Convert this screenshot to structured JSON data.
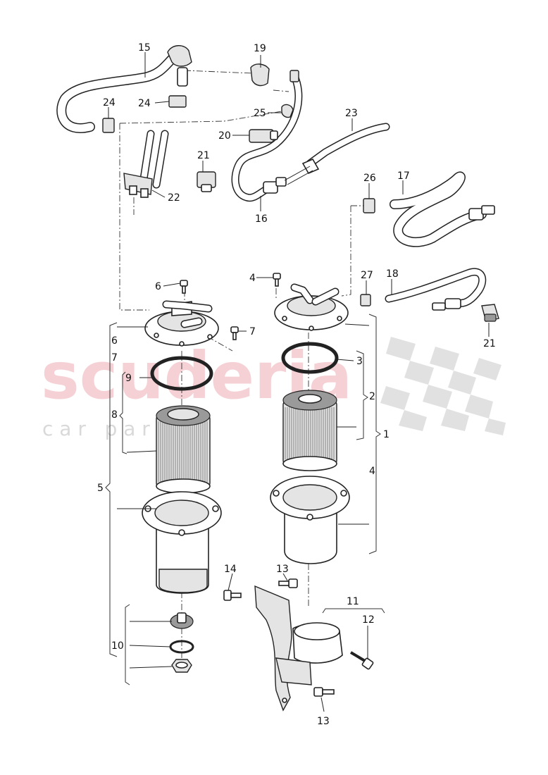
{
  "watermark": {
    "brand": "scuderia",
    "tagline": "c a r   p a r t s"
  },
  "callouts": [
    "1",
    "2",
    "3",
    "4",
    "5",
    "6",
    "7",
    "8",
    "9",
    "10",
    "11",
    "12",
    "13",
    "14",
    "15",
    "16",
    "17",
    "18",
    "19",
    "20",
    "21",
    "22",
    "23",
    "24",
    "25",
    "26",
    "27"
  ]
}
